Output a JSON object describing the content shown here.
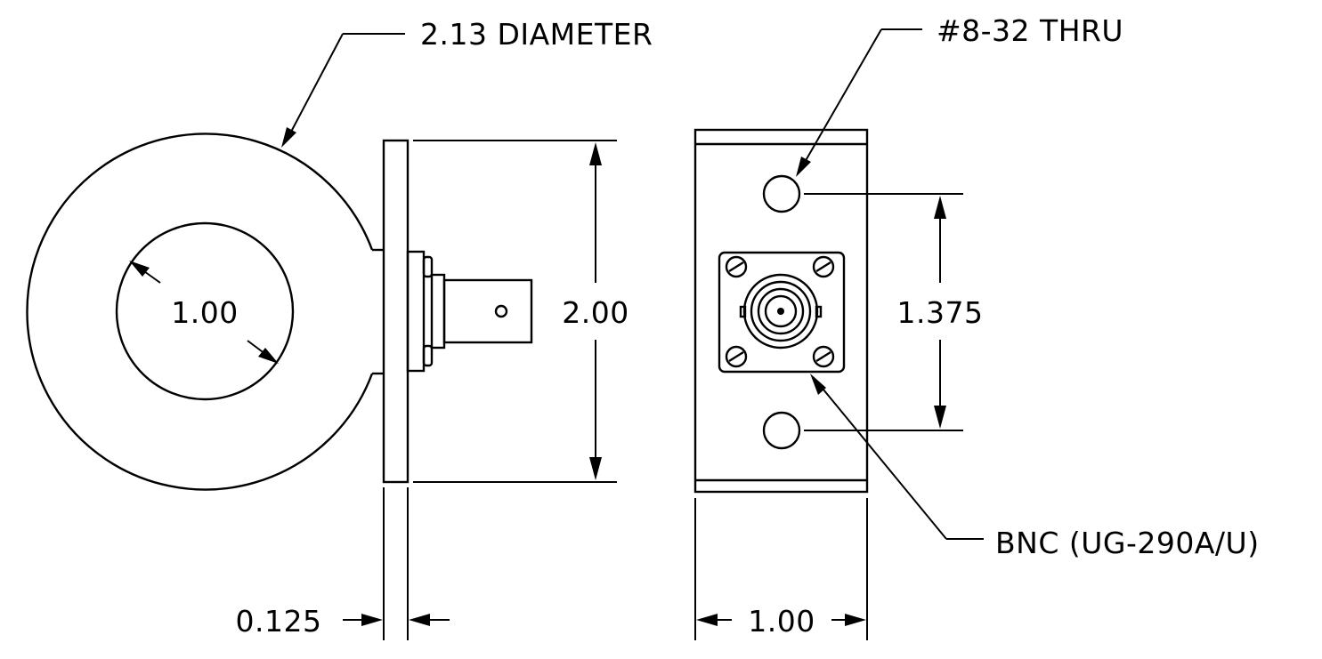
{
  "drawing": {
    "labels": {
      "outer_diameter": "2.13 DIAMETER",
      "inner_diameter": "1.00",
      "height": "2.00",
      "thickness": "0.125",
      "hole_spacing": "1.375",
      "hole_callout": "#8-32 THRU",
      "connector_callout": "BNC (UG-290A/U)",
      "width": "1.00"
    }
  }
}
